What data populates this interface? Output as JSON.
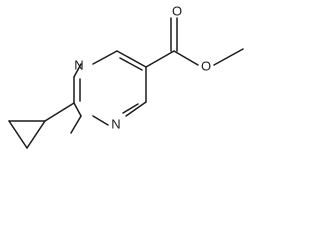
{
  "molecule": {
    "atoms": {
      "n_top": "N",
      "n_bottom": "N",
      "o_carbonyl": "O",
      "o_ester": "O"
    },
    "colors": {
      "bond": "#1a1a1a",
      "label": "#1a1a1a",
      "background": "#ffffff"
    }
  }
}
